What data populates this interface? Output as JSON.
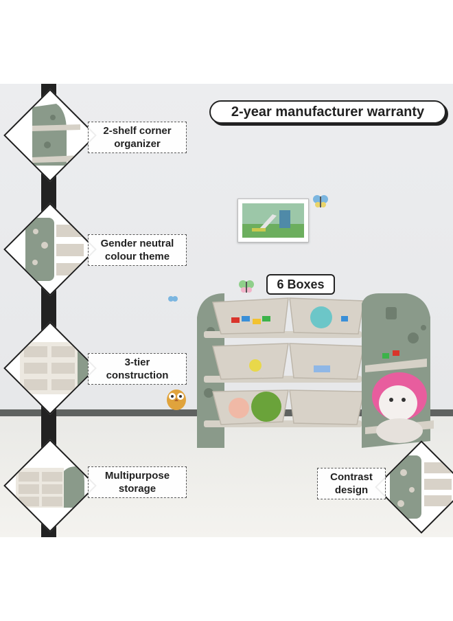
{
  "headline": "2-year manufacturer warranty",
  "callout_boxes": "6 Boxes",
  "features": {
    "corner": "2-shelf corner\norganizer",
    "colour": "Gender neutral\ncolour theme",
    "tier": "3-tier\nconstruction",
    "storage": "Multipurpose\nstorage",
    "contrast": "Contrast\ndesign"
  },
  "colors": {
    "frame_green": "#8a9a8a",
    "bin_beige": "#d8d2c8",
    "pole": "#222222",
    "toy_pink": "#e85d9e"
  }
}
